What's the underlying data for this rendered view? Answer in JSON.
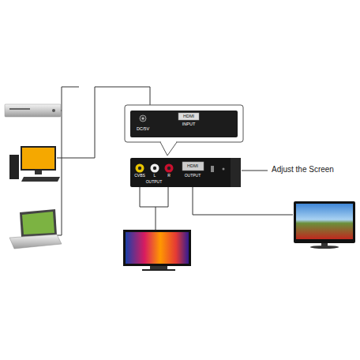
{
  "diagram": {
    "nodes": [
      {
        "text": [
          "DC/5V",
          "HDMI",
          "INPUT"
        ]
      },
      {
        "text": [
          "CVBS",
          "L",
          "R",
          "OUTPUT",
          "HDMI",
          "OUTPUT"
        ]
      }
    ],
    "labels": [
      "Adjust the Screen"
    ]
  }
}
